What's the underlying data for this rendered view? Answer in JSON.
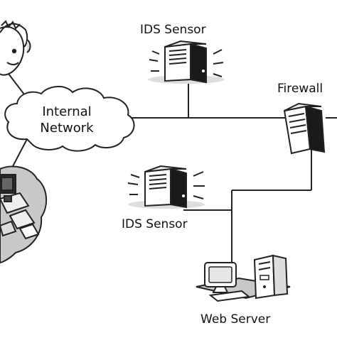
{
  "diagram": {
    "internal_network": {
      "line1": "Internal",
      "line2": "Network"
    },
    "ids_sensor_top": {
      "label": "IDS Sensor"
    },
    "ids_sensor_mid": {
      "label": "IDS Sensor"
    },
    "firewall": {
      "label": "Firewall"
    },
    "web_server": {
      "label": "Web Server"
    }
  },
  "colors": {
    "line": "#222222",
    "shade": "#c8c8c8",
    "dark": "#1a1a1a"
  }
}
